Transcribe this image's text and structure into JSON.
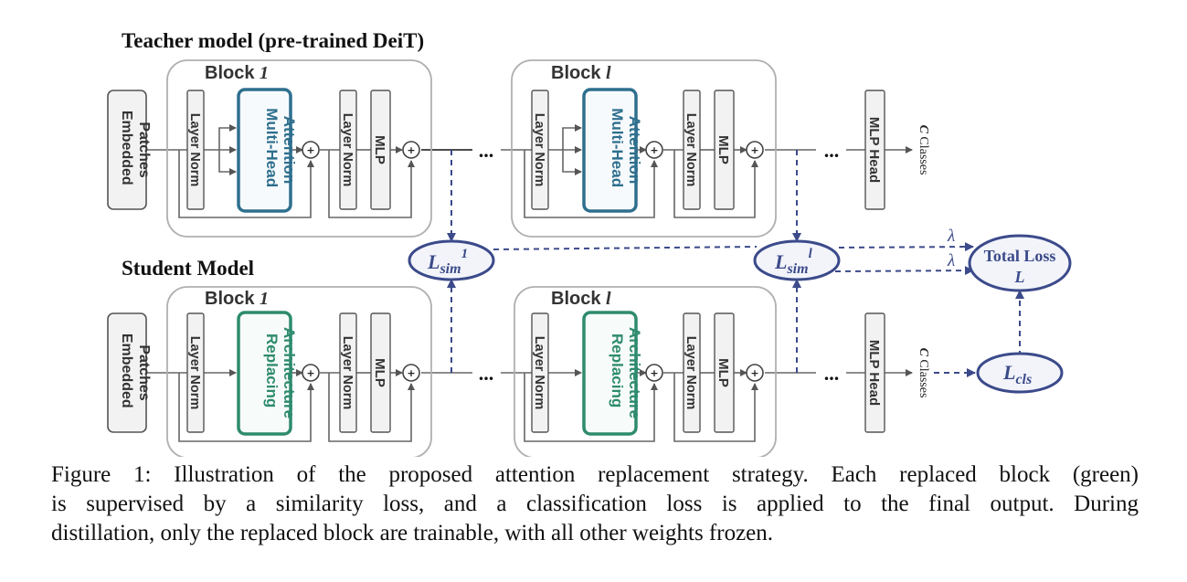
{
  "teacher": {
    "title": "Teacher model (pre-trained DeiT)",
    "embed_line1": "Embedded",
    "embed_line2": "Patches",
    "block1_word": "Block",
    "block1_idx": "1",
    "blockl_word": "Block",
    "blockl_idx": "l",
    "layernorm": "Layer Norm",
    "attn_line1": "Multi-Head",
    "attn_line2": "Attention",
    "mlp": "MLP",
    "mlp_head": "MLP Head",
    "out_c": "C",
    "out_classes": "Classes",
    "ellipsis": "..."
  },
  "student": {
    "title": "Student Model",
    "embed_line1": "Embedded",
    "embed_line2": "Patches",
    "block1_word": "Block",
    "block1_idx": "1",
    "blockl_word": "Block",
    "blockl_idx": "l",
    "layernorm": "Layer Norm",
    "repl_line1": "Replacing",
    "repl_line2": "Architecture",
    "mlp": "MLP",
    "mlp_head": "MLP Head",
    "out_c": "C",
    "out_classes": "Classes",
    "ellipsis": "..."
  },
  "losses": {
    "l": "L",
    "sim_sub": "sim",
    "sim1_sup": "1",
    "siml_sup": "l",
    "cls_sub": "cls",
    "total_line1": "Total Loss",
    "total_line2": "L",
    "lambda": "λ"
  },
  "colors": {
    "teal_attention": "#2e6f8e",
    "green_replacing": "#2e8b6e",
    "navy_loss": "#3b4a8a",
    "box_fill": "#f2f2f2",
    "box_stroke": "#555555",
    "block_stroke": "#b0b0b0"
  },
  "caption": {
    "line1": "Figure 1: Illustration of the proposed attention replacement strategy. Each replaced block (green)",
    "line2": "is supervised by a similarity loss, and a classification loss is applied to the final output. During",
    "line3": "distillation, only the replaced block are trainable, with all other weights frozen."
  }
}
